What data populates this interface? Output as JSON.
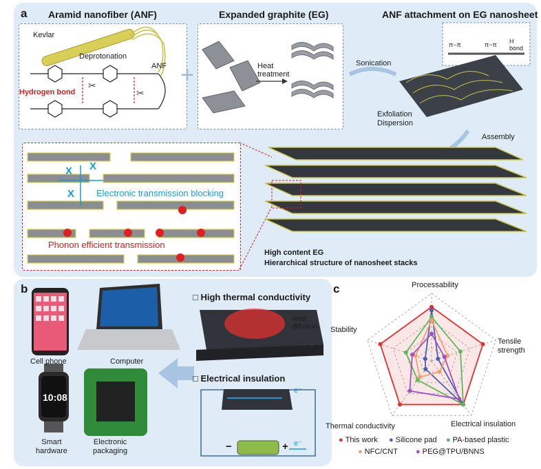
{
  "panel_a": {
    "letter": "a",
    "anf_title": "Aramid nanofiber (ANF)",
    "kevlar": "Kevlar",
    "deprotonation": "Deprotonation",
    "anf": "ANF",
    "hydrogen_bond": "Hydrogen bond",
    "eg_title": "Expanded graphite (EG)",
    "heat_treatment": "Heat\ntreatment",
    "attach_title": "ANF attachment on EG nanosheet",
    "pi_pi_1": "π−π",
    "pi_pi_2": "π−π",
    "h_bond": "H\nbond",
    "sonication": "Sonication",
    "exfoliation": "Exfoliation\nDispersion",
    "assembly": "Assembly",
    "blocking": "Electronic transmission blocking",
    "phonon": "Phonon efficient transmission",
    "high_content": "High content EG",
    "hierarchical": "Hierarchical structure of nanosheet stacks"
  },
  "panel_b": {
    "letter": "b",
    "cell_phone": "Cell phone",
    "computer": "Computer",
    "smart_hardware": "Smart\nhardware",
    "electronic_packaging": "Electronic\npackaging",
    "watch_time": "10:08",
    "high_thermal": "High thermal conductivity",
    "heat_diffusion": "Heat\ndiffusion",
    "electrical_insulation": "Electrical insulation",
    "electron_1": "e⁻",
    "electron_2": "e⁻",
    "minus": "−",
    "plus": "+"
  },
  "panel_c": {
    "letter": "c",
    "chart_data": {
      "type": "radar",
      "axes": [
        "Processability",
        "Tensile strength",
        "Electrical insulation",
        "Thermal conductivity",
        "Stability"
      ],
      "levels": 5,
      "series": [
        {
          "name": "This work",
          "color": "#e03030",
          "values": [
            0.8,
            0.8,
            0.8,
            0.8,
            0.8
          ]
        },
        {
          "name": "Silicone pad",
          "color": "#4a5fb0",
          "values": [
            0.75,
            0.1,
            0.8,
            0.15,
            0.1
          ]
        },
        {
          "name": "PA-based plastic",
          "color": "#5cb85c",
          "values": [
            0.65,
            0.45,
            0.8,
            0.35,
            0.4
          ]
        },
        {
          "name": "NFC/CNT",
          "color": "#f0a070",
          "values": [
            0.6,
            0.25,
            0.2,
            0.3,
            0.25
          ]
        },
        {
          "name": "PEG@TPU/BNNS",
          "color": "#a050c0",
          "values": [
            0.4,
            0.2,
            0.7,
            0.55,
            0.3
          ]
        }
      ]
    }
  },
  "colors": {
    "panel_bg": "#dceaf7",
    "graphite": "#8a8d92",
    "anf_yellow": "#d9d24a",
    "accent_red": "#d42020",
    "accent_blue": "#1a9ad8"
  }
}
